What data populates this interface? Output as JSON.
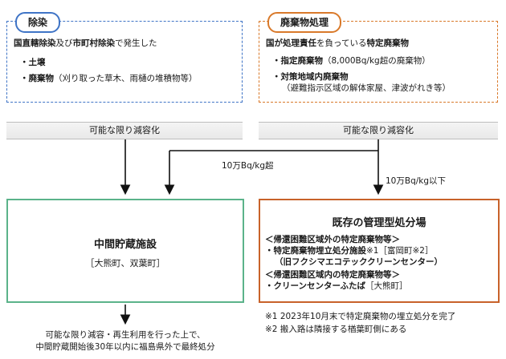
{
  "josen": {
    "title": "除染",
    "line1_a": "国直轄除染",
    "line1_b": "及び",
    "line1_c": "市町村除染",
    "line1_d": "で発生した",
    "item1": "・土壌",
    "item2_a": "・廃棄物",
    "item2_b": "（刈り取った草木、雨樋の堆積物等）"
  },
  "haikibutsu": {
    "title": "廃棄物処理",
    "line1_a": "国が処理責任",
    "line1_b": "を負っている",
    "line1_c": "特定廃棄物",
    "item1_a": "・指定廃棄物",
    "item1_b": "（8,000Bq/kg超の廃棄物）",
    "item2": "・対策地域内廃棄物",
    "item2_sub": "（避難指示区域の解体家屋、津波がれき等）"
  },
  "reduce_left": "可能な限り減容化",
  "reduce_right": "可能な限り減容化",
  "label_over": "10万Bq/kg超",
  "label_under": "10万Bq/kg以下",
  "chukan": {
    "title": "中間貯蔵施設",
    "location": "［大熊町、双葉町］"
  },
  "kizon": {
    "title": "既存の管理型処分場",
    "group1": "＜帰還困難区域外の特定廃棄物等＞",
    "item1_a": "・特定廃棄物埋立処分施設",
    "item1_b": "※1［富岡町※2］",
    "item1_c": "（旧フクシマエコテッククリーンセンター）",
    "group2": "＜帰還困難区域内の特定廃棄物等＞",
    "item2_a": "・クリーンセンターふたば",
    "item2_b": "［大熊町］"
  },
  "note1": "※1 2023年10月末で特定廃棄物の埋立処分を完了",
  "note2": "※2 搬入路は隣接する楢葉町側にある",
  "bottom1": "可能な限り減容・再生利用を行った上で、",
  "bottom2": "中間貯蔵開始後30年以内に福島県外で最終処分",
  "colors": {
    "blue": "#3f74c6",
    "orange": "#d9792a",
    "green": "#5bb38a",
    "dark_orange": "#c8622a"
  }
}
